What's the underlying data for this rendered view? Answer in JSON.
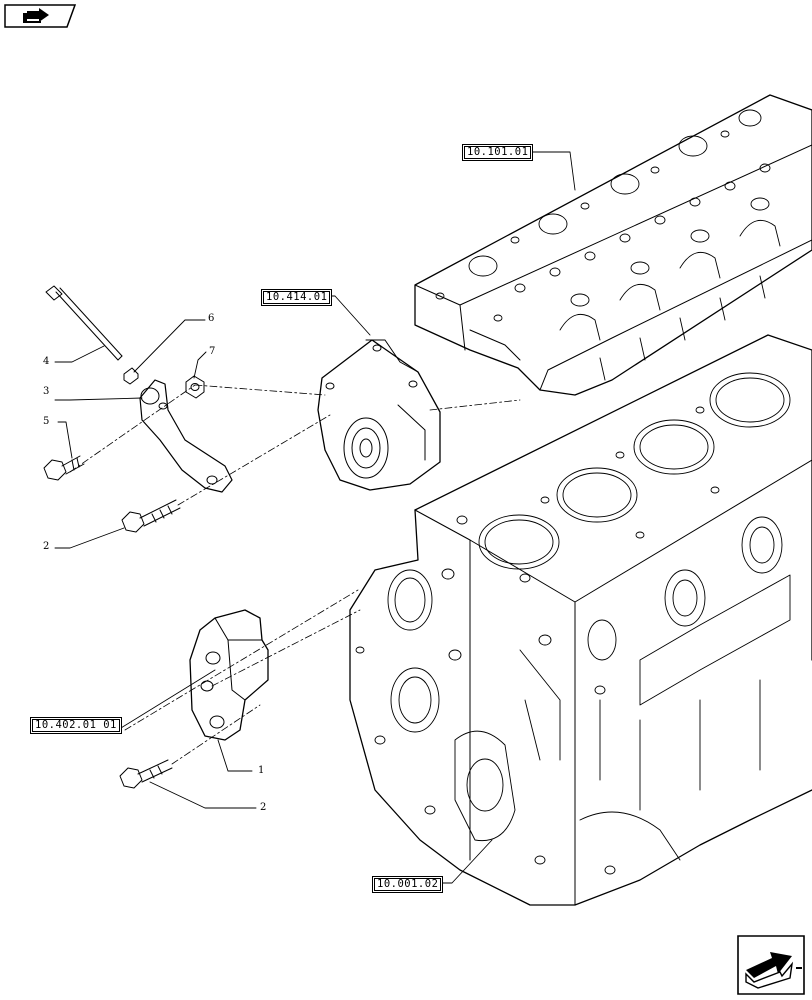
{
  "references": {
    "cylinder_head": "10.101.01",
    "water_pump": "10.414.01",
    "timing_cover": "10.402.01 01",
    "engine_block": "10.001.02"
  },
  "callouts": {
    "c1": "1",
    "c2a": "2",
    "c2b": "2",
    "c3": "3",
    "c4": "4",
    "c5": "5",
    "c6": "6",
    "c7": "7"
  },
  "icons": {
    "top_left": "previous-page-icon",
    "bottom_right": "next-page-icon"
  }
}
